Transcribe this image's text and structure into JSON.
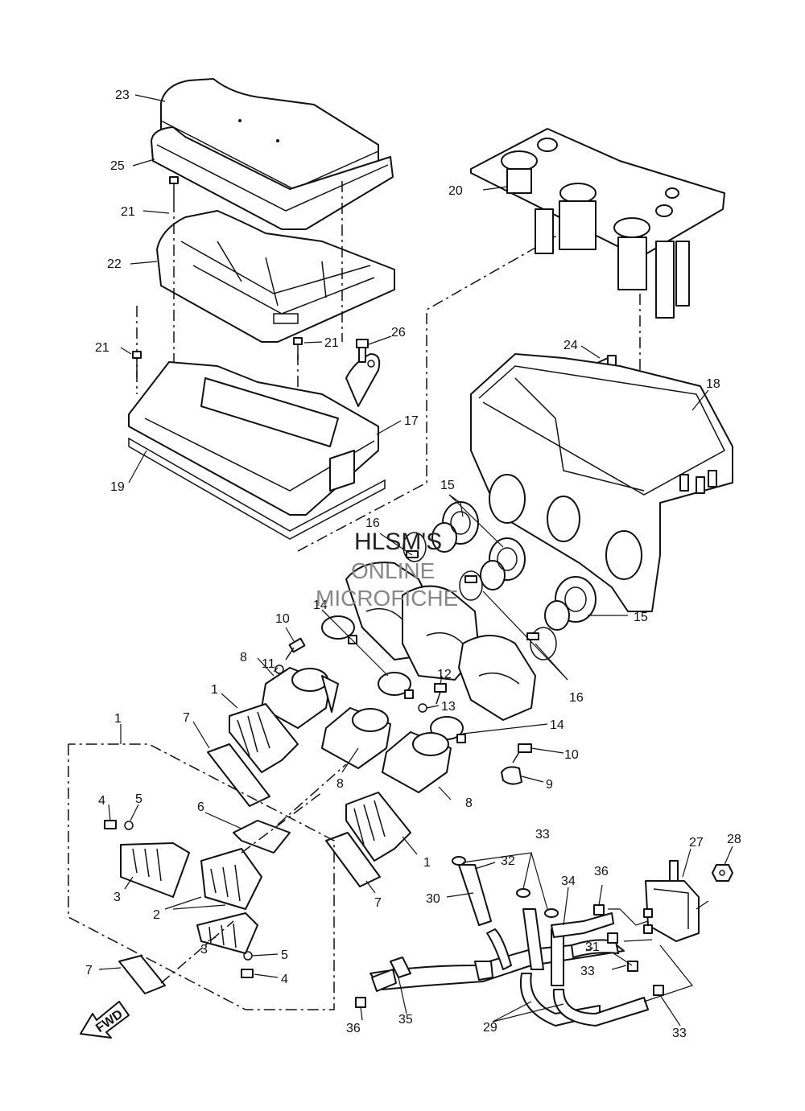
{
  "watermark": {
    "line1": "HLSM'S",
    "line2": "ONLINE",
    "line3": "MICROFICHE"
  },
  "fwd_arrow_label": "FWD",
  "callouts": {
    "c1a": "1",
    "c1b": "1",
    "c1c": "1",
    "c2": "2",
    "c3a": "3",
    "c3b": "3",
    "c4a": "4",
    "c4b": "4",
    "c5a": "5",
    "c5b": "5",
    "c6": "6",
    "c7a": "7",
    "c7b": "7",
    "c7c": "7",
    "c8a": "8",
    "c8b": "8",
    "c8c": "8",
    "c9": "9",
    "c10a": "10",
    "c10b": "10",
    "c11": "11",
    "c12": "12",
    "c13": "13",
    "c14a": "14",
    "c14b": "14",
    "c15a": "15",
    "c15b": "15",
    "c16a": "16",
    "c16b": "16",
    "c17": "17",
    "c18": "18",
    "c19": "19",
    "c20": "20",
    "c21a": "21",
    "c21b": "21",
    "c21c": "21",
    "c22": "22",
    "c23": "23",
    "c24": "24",
    "c25": "25",
    "c26": "26",
    "c27": "27",
    "c28": "28",
    "c29": "29",
    "c30": "30",
    "c31": "31",
    "c32": "32",
    "c33a": "33",
    "c33b": "33",
    "c33c": "33",
    "c34": "34",
    "c35": "35",
    "c36a": "36",
    "c36b": "36"
  }
}
